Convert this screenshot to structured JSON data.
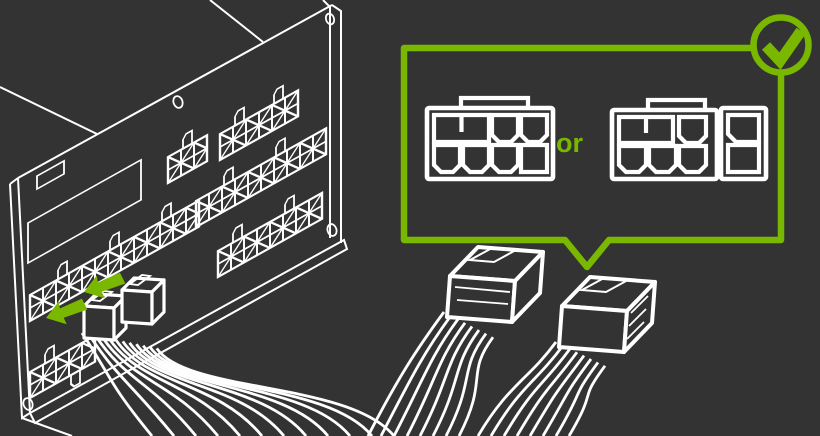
{
  "colors": {
    "background": "#333333",
    "line": "#ffffff",
    "accent": "#7ab800"
  },
  "callout": {
    "or_label": "or",
    "badge_icon": "checkmark-circle",
    "connector_options": [
      {
        "id": "8-pin",
        "pins": 8
      },
      {
        "id": "6+2-pin",
        "pins": "6+2"
      }
    ]
  },
  "psu": {
    "arrow_icon": "green-arrow-pointing-to-socket",
    "arrow_count": 2,
    "socket_band_count": 6,
    "screw_count": 4
  }
}
